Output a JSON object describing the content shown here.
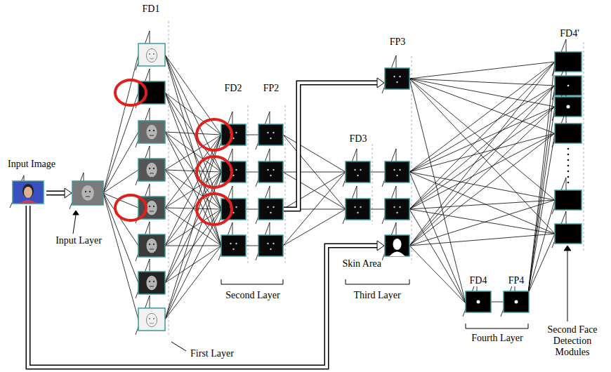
{
  "diagram": {
    "labels": [
      "FD1",
      "FD2",
      "FP2",
      "FP3",
      "FD3",
      "FD4'",
      "Input Image",
      "Input Layer",
      "Second Layer",
      "Third Layer",
      "Skin Area",
      "FD4",
      "FP4",
      "Fourth Layer",
      "Second Face Detection Modules",
      "First Layer"
    ]
  }
}
